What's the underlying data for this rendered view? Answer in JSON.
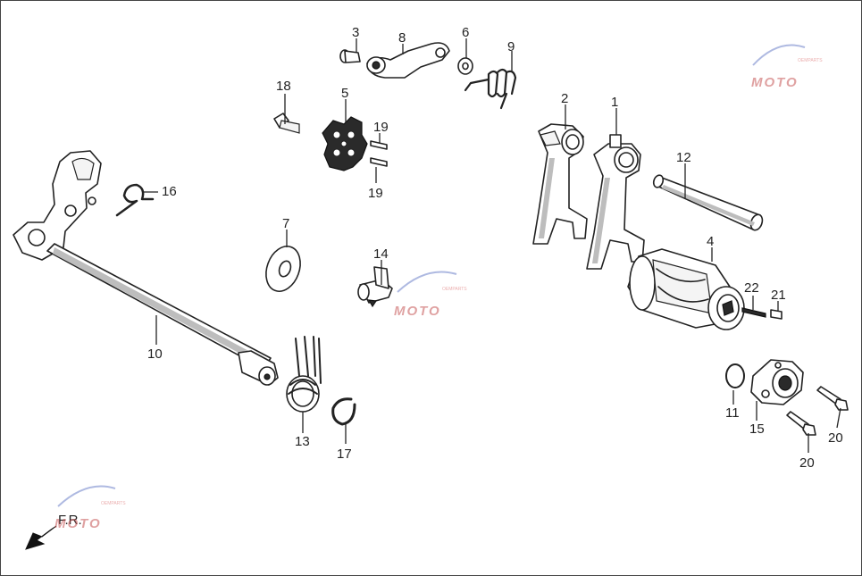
{
  "callouts": [
    {
      "id": "1",
      "label": "1"
    },
    {
      "id": "2",
      "label": "2"
    },
    {
      "id": "3",
      "label": "3"
    },
    {
      "id": "4",
      "label": "4"
    },
    {
      "id": "5",
      "label": "5"
    },
    {
      "id": "6",
      "label": "6"
    },
    {
      "id": "7",
      "label": "7"
    },
    {
      "id": "8",
      "label": "8"
    },
    {
      "id": "9",
      "label": "9"
    },
    {
      "id": "10",
      "label": "10"
    },
    {
      "id": "11",
      "label": "11"
    },
    {
      "id": "12",
      "label": "12"
    },
    {
      "id": "13",
      "label": "13"
    },
    {
      "id": "14",
      "label": "14"
    },
    {
      "id": "15",
      "label": "15"
    },
    {
      "id": "16",
      "label": "16"
    },
    {
      "id": "17",
      "label": "17"
    },
    {
      "id": "18",
      "label": "18"
    },
    {
      "id": "19a",
      "label": "19"
    },
    {
      "id": "19b",
      "label": "19"
    },
    {
      "id": "20a",
      "label": "20"
    },
    {
      "id": "20b",
      "label": "20"
    },
    {
      "id": "21",
      "label": "21"
    },
    {
      "id": "22",
      "label": "22"
    }
  ],
  "direction_label": "F.R.",
  "watermark": {
    "text": "MOTO",
    "subtext": "OEMPARTS"
  },
  "colors": {
    "line": "#222222",
    "background": "#ffffff",
    "watermark_red": "#c65656",
    "watermark_blue": "#6b7fc9"
  }
}
